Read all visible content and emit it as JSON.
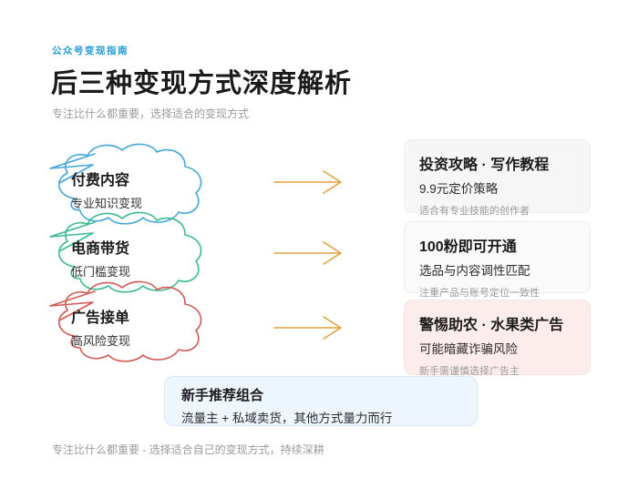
{
  "header": {
    "tag": "公众号变现指南",
    "title": "后三种变现方式深度解析",
    "subtitle": "专注比什么都重要，选择适合的变现方式"
  },
  "rows": [
    {
      "method": {
        "title": "付费内容",
        "subtitle": "专业知识变现"
      },
      "cloud_color": "#45a6d9",
      "card": {
        "title": "投资攻略 · 写作教程",
        "detail": "9.9元定价策略",
        "note": "适合有专业技能的创作者",
        "bg": "#f6f6f7",
        "border": "#efeff1"
      }
    },
    {
      "method": {
        "title": "电商带货",
        "subtitle": "低门槛变现"
      },
      "cloud_color": "#3bba93",
      "card": {
        "title": "100粉即可开通",
        "detail": "选品与内容调性匹配",
        "note": "注重产品与账号定位一致性",
        "bg": "#fafafb",
        "border": "#ececee"
      }
    },
    {
      "method": {
        "title": "广告接单",
        "subtitle": "高风险变现"
      },
      "cloud_color": "#d25a53",
      "card": {
        "title": "警惕助农 · 水果类广告",
        "detail": "可能暗藏诈骗风险",
        "note": "新手需谨慎选择广告主",
        "bg": "#fdecec",
        "border": "#fbe2e2"
      }
    }
  ],
  "recommendation": {
    "title": "新手推荐组合",
    "desc": "流量主 + 私域卖货，其他方式量力而行",
    "bg": "#edf5fd",
    "border": "#d8e8f8"
  },
  "footer": "专注比什么都重要 - 选择适合自己的变现方式，持续深耕",
  "colors": {
    "tag": "#2399d5",
    "arrow": "#e4a23e",
    "heading": "#1b1b1b",
    "muted": "#9b9b9b"
  }
}
